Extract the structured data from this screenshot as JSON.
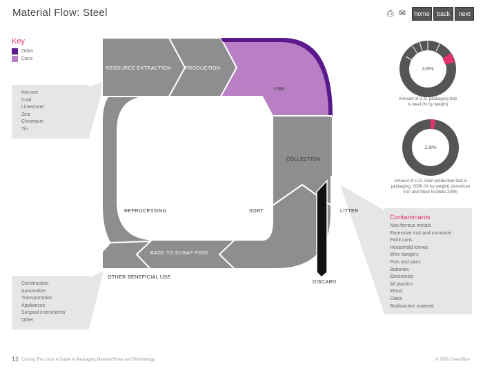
{
  "header": {
    "title": "Material Flow: Steel",
    "home_label": "home",
    "back_label": "back",
    "next_label": "next",
    "print_icon": "printer-icon",
    "email_icon": "envelope-icon"
  },
  "key": {
    "title": "Key",
    "items": [
      {
        "label": "Other",
        "color": "#5b1a8c"
      },
      {
        "label": "Cans",
        "color": "#b97fc4"
      }
    ]
  },
  "raw_materials": [
    "Iron ore",
    "Coal",
    "Limestone",
    "Zinc",
    "Chromium",
    "Tin"
  ],
  "beneficial_uses": [
    "Construction",
    "Automotive",
    "Transportation",
    "Appliances",
    "Surgical instruments",
    "Other"
  ],
  "contaminants": {
    "title": "Contaminants",
    "items": [
      "Non-ferrous metals",
      "Excessive rust and corrosion",
      "Paint cans",
      "Household knives",
      "Wire hangers",
      "Pots and pans",
      "Batteries",
      "Electronics",
      "All plastics",
      "Wood",
      "Glass",
      "Radioactive material"
    ]
  },
  "flow_labels": {
    "resource_extraction": "RESOURCE EXTRACTION",
    "production": "PRODUCTION",
    "use": "USE",
    "collection": "COLLECTION",
    "sort": "SORT",
    "reprocessing": "REPROCESSING",
    "back_to_scrap_pool": "BACK TO SCRAP POOL",
    "other_beneficial_use": "OTHER BENEFICIAL USE",
    "litter": "LITTER",
    "discard": "DISCARD"
  },
  "chart_data": [
    {
      "type": "pie",
      "center_label": "3.8%",
      "caption": "Amount of U.S. packaging that is steel (% by weight)",
      "highlight_value": 3.8,
      "segments": [
        3.8,
        8,
        10,
        6,
        7,
        5,
        60.2
      ]
    },
    {
      "type": "pie",
      "center_label": "2.8%",
      "caption": "Amount of U.S. steel production that is packaging, 2006 (% by weight) (American Iron and Steel Institute 2006)",
      "highlight_value": 2.8,
      "segments": [
        2.8,
        97.2
      ]
    }
  ],
  "footer": {
    "page_number": "12",
    "book_title": "Closing The Loop: A Guide to Packaging Material Flows and Terminology",
    "copyright": "© 2009 GreenBlue"
  },
  "colors": {
    "flow_gray": "#8e8e90",
    "dark_gray": "#555555",
    "other_purple": "#5b1a8c",
    "cans_purple": "#b97fc4",
    "accent_pink": "#e2336b",
    "panel_bg": "#e6e6e6"
  }
}
